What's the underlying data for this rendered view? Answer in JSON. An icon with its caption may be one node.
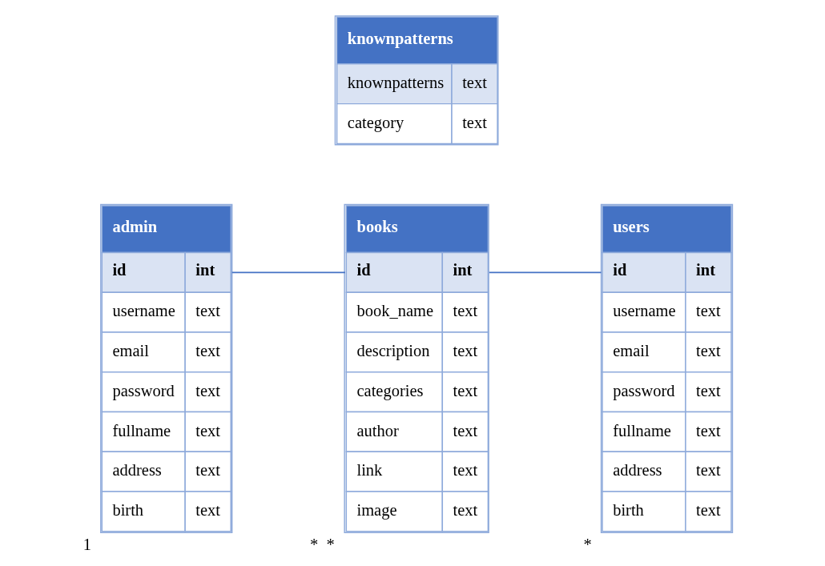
{
  "diagram": {
    "nodes": [
      {
        "text": [
          "books",
          "id",
          "int",
          "book_name",
          "text",
          "description",
          "text",
          "categories",
          "text",
          "author",
          "text",
          "link",
          "text",
          "image",
          "text"
        ],
        "beside": [
          "*",
          "*"
        ]
      },
      {
        "text": [
          "admin",
          "id",
          "int",
          "username",
          "text",
          "email",
          "text",
          "password",
          "text",
          "fullname",
          "text",
          "address",
          "text",
          "birth",
          "text"
        ],
        "beside": [
          "1"
        ]
      },
      {
        "text": [
          "users",
          "id",
          "int",
          "username",
          "text",
          "email",
          "text",
          "password",
          "text",
          "fullname",
          "text",
          "address",
          "text",
          "birth",
          "text"
        ],
        "beside": [
          "*"
        ]
      },
      {
        "text": [
          "knownpatterns",
          "knownpatterns",
          "text",
          "category",
          "text"
        ]
      }
    ],
    "edges": [
      {
        "from": 1,
        "to": 0,
        "arrow": "none"
      },
      {
        "from": 0,
        "to": 2,
        "arrow": "none"
      }
    ]
  }
}
